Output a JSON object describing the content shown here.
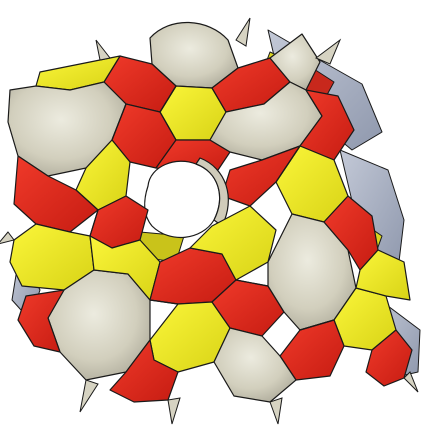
{
  "colors": {
    "background": "#ffffff",
    "red": "#e8281e",
    "red_dark": "#b4140e",
    "yellow": "#f2ee1a",
    "yellow_dark": "#b5b012",
    "gray": "#d6d3c2",
    "gray_dark": "#9f9c8c",
    "blue_gray": "#a9b2c6",
    "edge": "#1a1a1a"
  },
  "image": {
    "subject": "surface-polyhedron",
    "tile_types": [
      "gray-hexagon",
      "red-quadrilateral",
      "yellow-hexagon"
    ]
  }
}
